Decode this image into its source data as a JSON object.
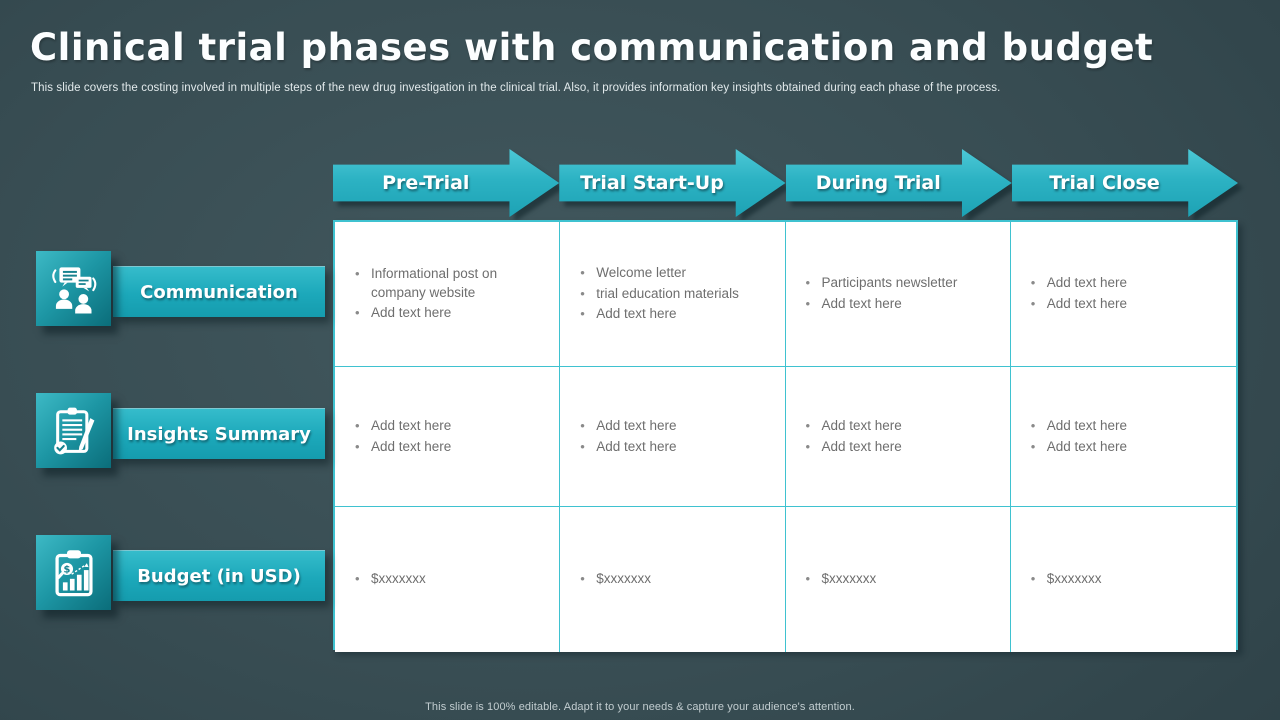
{
  "slide": {
    "title": "Clinical trial phases with communication and budget",
    "subtitle": "This slide covers the costing involved in multiple steps of the new drug investigation in the clinical trial. Also, it provides information key insights obtained during each phase of the process.",
    "footer": "This slide is 100% editable. Adapt it to your needs & capture your audience's attention."
  },
  "colors": {
    "background": "#384d53",
    "accent_teal": "#2cb2c3",
    "accent_dark_teal": "#0b6d7a",
    "table_border": "#3fc2d0",
    "cell_text": "#6e6e6e",
    "label_text": "#ffffff"
  },
  "phases": [
    "Pre-Trial",
    "Trial Start-Up",
    "During Trial",
    "Trial Close"
  ],
  "rows": [
    {
      "label": "Communication",
      "icon": "people-chat-icon",
      "cells": [
        [
          "Informational  post on company website",
          "Add text here"
        ],
        [
          "Welcome letter",
          "trial education materials",
          "Add text here"
        ],
        [
          "Participants newsletter",
          "Add text here"
        ],
        [
          "Add text here",
          "Add text here"
        ]
      ]
    },
    {
      "label": "Insights Summary",
      "icon": "notepad-pencil-icon",
      "cells": [
        [
          "Add text here",
          "Add text here"
        ],
        [
          "Add text here",
          "Add text here"
        ],
        [
          "Add text here",
          "Add text here"
        ],
        [
          "Add text here",
          "Add text here"
        ]
      ]
    },
    {
      "label": "Budget (in USD)",
      "icon": "budget-clipboard-icon",
      "cells": [
        [
          "$xxxxxxx"
        ],
        [
          "$xxxxxxx"
        ],
        [
          "$xxxxxxx"
        ],
        [
          "$xxxxxxx"
        ]
      ]
    }
  ]
}
